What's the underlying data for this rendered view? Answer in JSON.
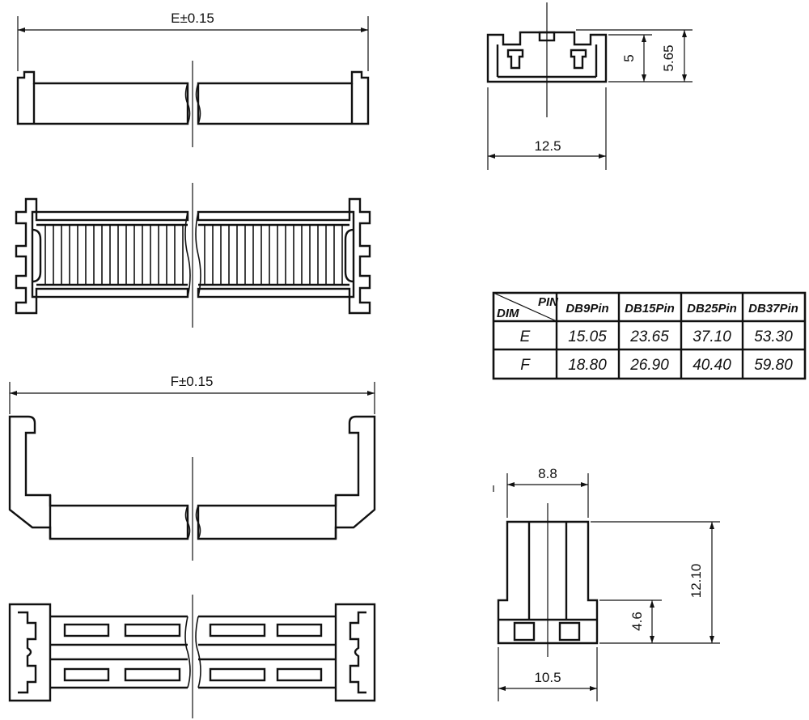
{
  "dimensions": {
    "e_tolerance": "E±0.15",
    "f_tolerance": "F±0.15",
    "side_width": "12.5",
    "side_height_inner": "5",
    "side_height_outer": "5.65",
    "end_top_width": "8.8",
    "end_bottom_width": "10.5",
    "end_total_height": "12.10",
    "end_lower_height": "4.6"
  },
  "table": {
    "corner_pin": "PIN",
    "corner_dim": "DIM",
    "columns": [
      "DB9Pin",
      "DB15Pin",
      "DB25Pin",
      "DB37Pin"
    ],
    "rows": [
      {
        "label": "E",
        "values": [
          "15.05",
          "23.65",
          "37.10",
          "53.30"
        ]
      },
      {
        "label": "F",
        "values": [
          "18.80",
          "26.90",
          "40.40",
          "59.80"
        ]
      }
    ]
  }
}
